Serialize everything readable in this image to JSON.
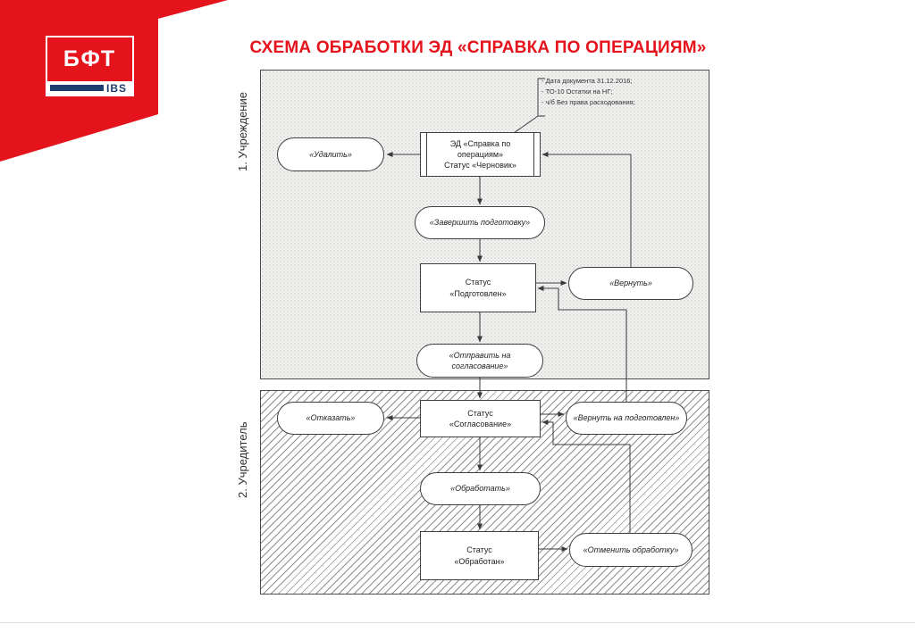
{
  "slide": {
    "title": "СХЕМА ОБРАБОТКИ ЭД «СПРАВКА ПО ОПЕРАЦИЯМ»"
  },
  "logo": {
    "brand": "БФТ",
    "company": "IBS"
  },
  "colors": {
    "brand_red": "#e4131c",
    "navy": "#1e3c6e",
    "diagram_line": "#3a3a3a"
  },
  "lanes": {
    "lane1": {
      "label": "1. Учреждение"
    },
    "lane2": {
      "label": "2. Учредитель"
    }
  },
  "note": {
    "text": "- Дата документа 31.12.2016;\n- ТО-10 Остатки на НГ;\n- ч/б Без права расходования;"
  },
  "nodes": {
    "ed_draft": {
      "label": "ЭД «Справка по\nоперациям»\nСтатус «Черновик»"
    },
    "delete": {
      "label": "«Удалить»"
    },
    "finish_prep": {
      "label": "«Завершить подготовку»"
    },
    "status_prepared": {
      "label": "Статус\n«Подготовлен»"
    },
    "return": {
      "label": "«Вернуть»"
    },
    "send_approval": {
      "label": "«Отправить на\nсогласование»"
    },
    "status_approval": {
      "label": "Статус\n«Согласование»"
    },
    "reject": {
      "label": "«Отказать»"
    },
    "return_to_prepared": {
      "label": "«Вернуть на подготовлен»"
    },
    "process": {
      "label": "«Обработать»"
    },
    "status_processed": {
      "label": "Статус\n«Обработан»"
    },
    "cancel_processing": {
      "label": "«Отменить обработку»"
    }
  },
  "edges": [
    {
      "from": "ed_draft",
      "to": "delete"
    },
    {
      "from": "ed_draft",
      "to": "finish_prep"
    },
    {
      "from": "finish_prep",
      "to": "status_prepared"
    },
    {
      "from": "status_prepared",
      "to": "return"
    },
    {
      "from": "return",
      "to": "ed_draft"
    },
    {
      "from": "status_prepared",
      "to": "send_approval"
    },
    {
      "from": "send_approval",
      "to": "status_approval"
    },
    {
      "from": "status_approval",
      "to": "reject"
    },
    {
      "from": "status_approval",
      "to": "return_to_prepared"
    },
    {
      "from": "return_to_prepared",
      "to": "status_prepared"
    },
    {
      "from": "status_approval",
      "to": "process"
    },
    {
      "from": "process",
      "to": "status_processed"
    },
    {
      "from": "status_processed",
      "to": "cancel_processing"
    },
    {
      "from": "cancel_processing",
      "to": "status_approval"
    }
  ]
}
